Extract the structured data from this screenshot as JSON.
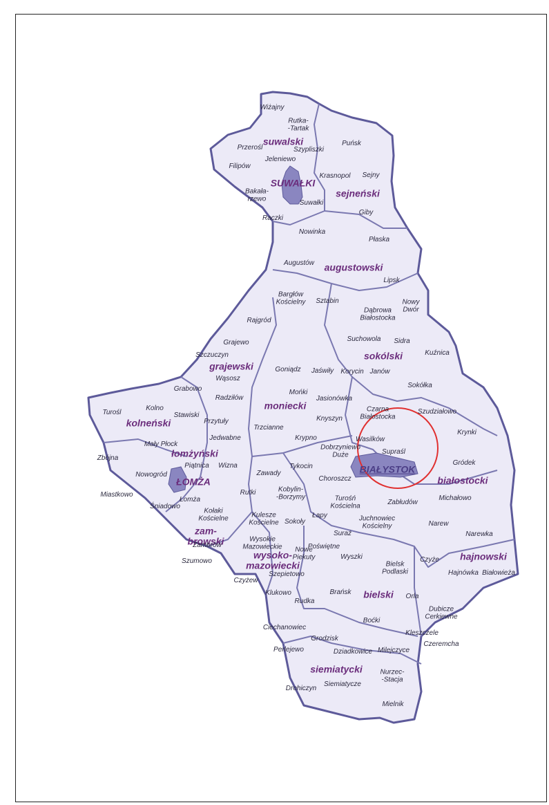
{
  "colors": {
    "region_fill": "#eceaf7",
    "border": "#5d5a9a",
    "inner_border": "#7a78b0",
    "city_fill": "#8a86c0",
    "powiat_label": "#6b2d7c",
    "gmina_label": "#2c2a3f",
    "highlight_circle": "#e03030"
  },
  "labels": {
    "powiats": {
      "suwalski": "suwalski",
      "sejnenski": "sejneński",
      "augustowski": "augustowski",
      "sokolski": "sokólski",
      "grajewski": "grajewski",
      "moniecki": "moniecki",
      "kolnenski": "kolneński",
      "lomzynski": "łomżyński",
      "bialostocki": "białostocki",
      "zambrowski": "zam-\nbrowski",
      "wysokomazowiecki": "wysoko-\nmazowiecki",
      "hajnowski": "hajnowski",
      "bielski": "bielski",
      "siemiatycki": "siemiatycki"
    },
    "cities": {
      "suwalki": "SUWAŁKI",
      "lomza": "ŁOMŻA",
      "bialystok": "BIAŁYSTOK"
    },
    "gminas": {
      "wizajny": "Wiżajny",
      "rutka": "Rutka-\n-Tartak",
      "przerosl": "Przerośl",
      "szypliszki": "Szypliszki",
      "punsk": "Puńsk",
      "filipow": "Filipów",
      "jeleniewo": "Jeleniewo",
      "krasnopol": "Krasnopol",
      "sejny": "Sejny",
      "bakalarzewo": "Bakała-\nrzewo",
      "suwalki_g": "Suwałki",
      "giby": "Giby",
      "raczki": "Raczki",
      "nowinka": "Nowinka",
      "plaska": "Płaska",
      "augustow": "Augustów",
      "lipsk": "Lipsk",
      "bargłow": "Bargłów\nKościelny",
      "sztabin": "Sztabin",
      "dabrowa": "Dąbrowa\nBiałostocka",
      "nowydwor": "Nowy\nDwór",
      "rajgrod": "Rajgród",
      "suchowola": "Suchowola",
      "sidra": "Sidra",
      "kuznica": "Kuźnica",
      "grajewo": "Grajewo",
      "szczuczyn": "Szczuczyn",
      "wasosz": "Wąsosz",
      "goniadz": "Goniądz",
      "jaswily": "Jaświły",
      "korycin": "Korycin",
      "janow": "Janów",
      "sokolka": "Sokółka",
      "grabowo": "Grabowo",
      "radzilow": "Radziłów",
      "monki": "Mońki",
      "jasionowka": "Jasionówka",
      "czarna": "Czarna\nBiałostocka",
      "szudzialowo": "Szudziałowo",
      "turosl": "Turośl",
      "kolno": "Kolno",
      "stawiski": "Stawiski",
      "przytuly": "Przytuły",
      "knyszyn": "Knyszyn",
      "trzcianne": "Trzcianne",
      "krynki": "Krynki",
      "malyplock": "Mały Płock",
      "jedwabne": "Jedwabne",
      "krypno": "Krypno",
      "dobrzyniewo": "Dobrzyniewo\nDuże",
      "wasilkow": "Wasilków",
      "suprasl": "Supraśl",
      "zbojna": "Zbójna",
      "piatnica": "Piątnica",
      "wizna": "Wizna",
      "tykocin": "Tykocin",
      "grodek": "Gródek",
      "nowogrod": "Nowogród",
      "zawady": "Zawady",
      "choroszcz": "Choroszcz",
      "miastkowo": "Miastkowo",
      "lomza_g": "Łomża",
      "rutki": "Rutki",
      "kobylin": "Kobylin-\n-Borzymy",
      "turosn": "Turośń\nKościelna",
      "zabludow": "Zabłudów",
      "michalowo": "Michałowo",
      "sniadowo": "Śniadowo",
      "kolaki": "Kołaki\nKościelne",
      "kulesze": "Kulesze\nKościelne",
      "sokoly": "Sokoły",
      "lapy": "Łapy",
      "juchnowiec": "Juchnowiec\nKościelny",
      "narew": "Narew",
      "narewka": "Narewka",
      "wysokie": "Wysokie\nMazowieckie",
      "zambrow": "Zambrów",
      "nowepiekuty": "Nowe\nPiekuty",
      "poswietne": "Poświętne",
      "suraz": "Suraż",
      "szumowo": "Szumowo",
      "szepietowo": "Szepietowo",
      "wyszki": "Wyszki",
      "bielskpodlaski": "Bielsk\nPodlaski",
      "czyze": "Czyże",
      "hajnowka": "Hajnówka",
      "bialowieza": "Białowieża",
      "czyzew": "Czyżew",
      "klukowo": "Klukowo",
      "brańsk": "Brańsk",
      "orla": "Orla",
      "rudka": "Rudka",
      "boćki": "Boćki",
      "dubicze": "Dubicze\nCerkiewne",
      "ciechanowiec": "Ciechanowiec",
      "kleszczele": "Kleszczele",
      "czeremcha": "Czeremcha",
      "grodzisk": "Grodzisk",
      "perlejewo": "Perlejewo",
      "dziadkowice": "Dziadkowice",
      "milejczyce": "Milejczyce",
      "nurzec": "Nurzec-\n-Stacja",
      "drohiczyn": "Drohiczyn",
      "siemiatycze": "Siemiatycze",
      "mielnik": "Mielnik"
    }
  }
}
